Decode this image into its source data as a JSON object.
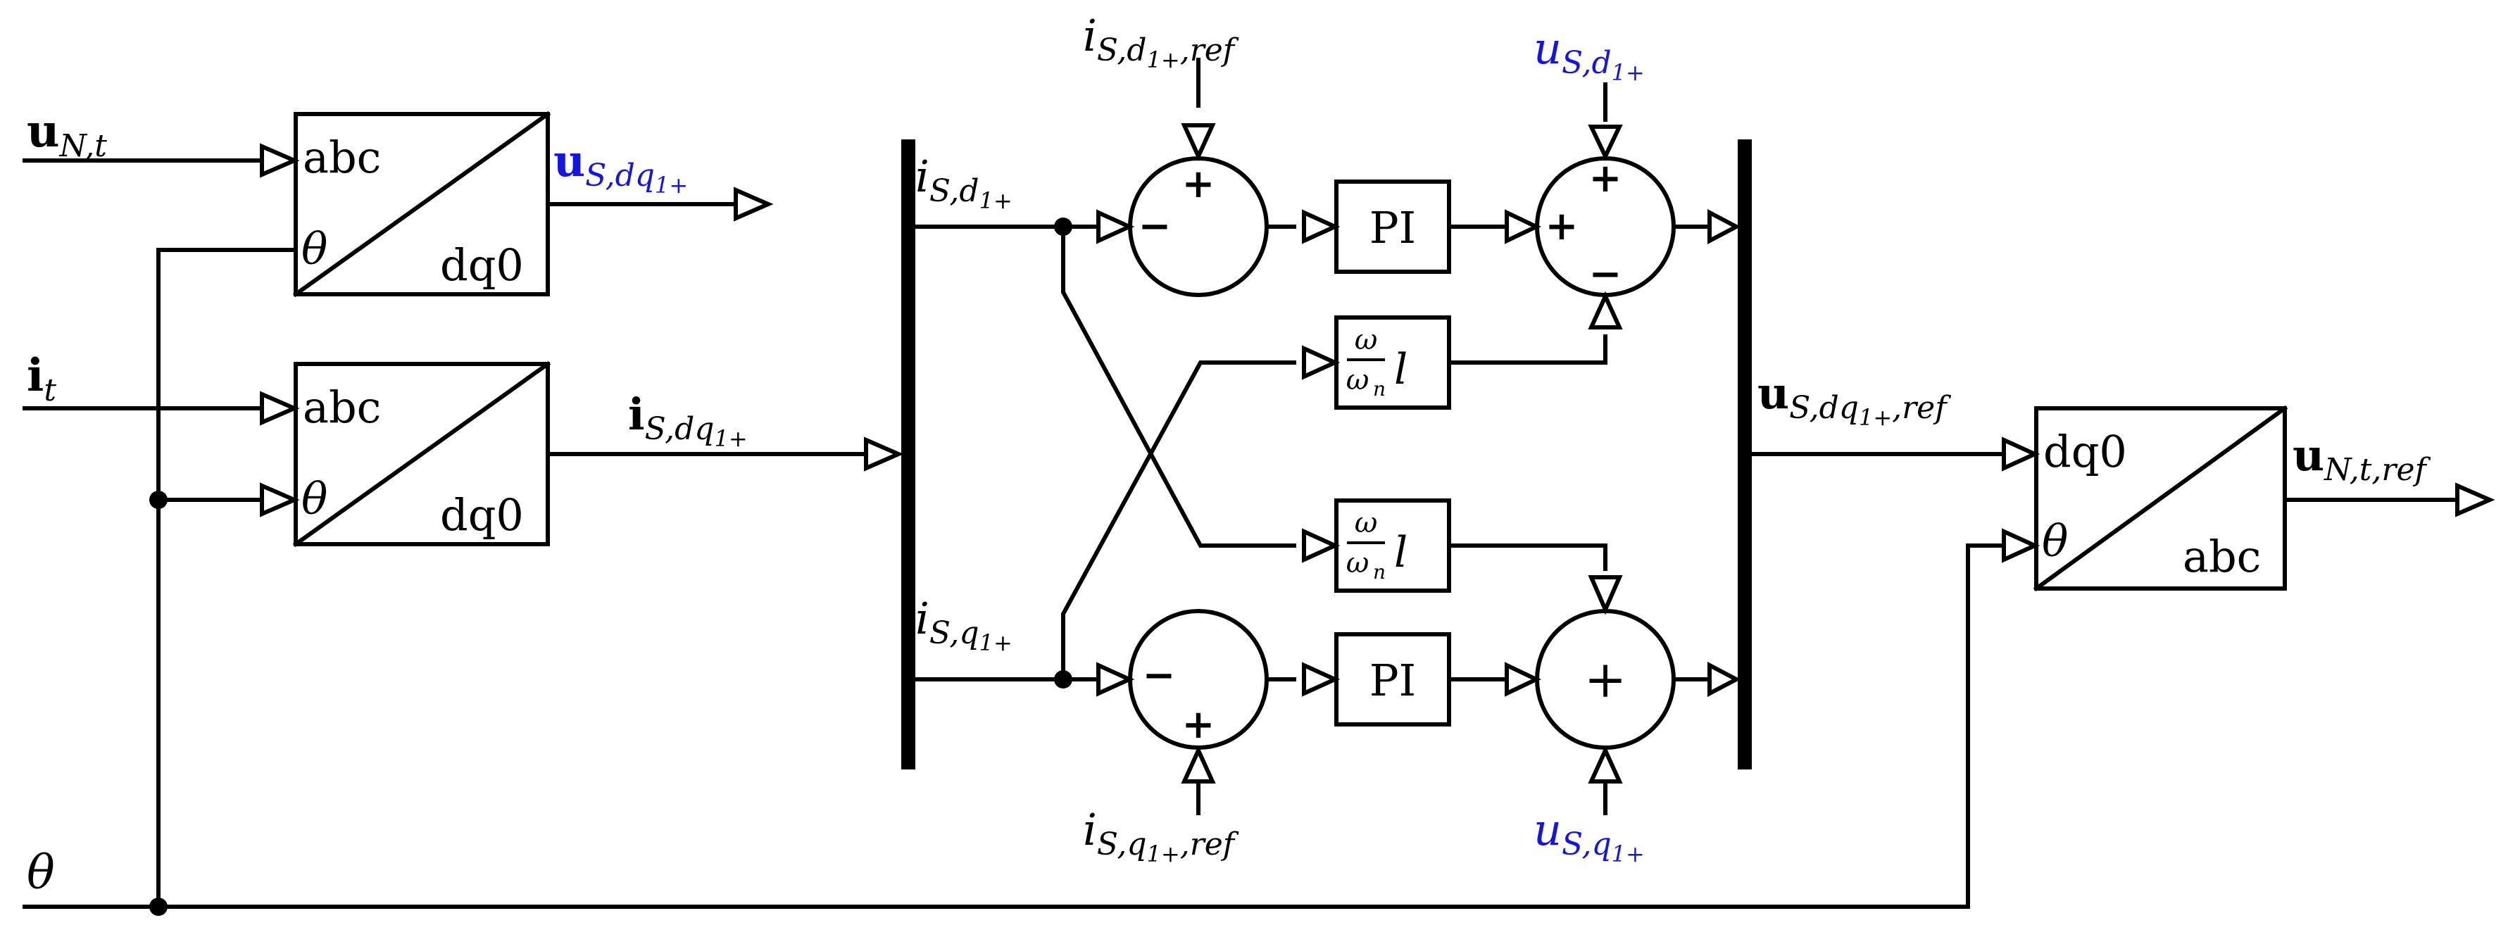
{
  "colors": {
    "line": "#000000",
    "accent_blue": "#1515e0",
    "background": "#ffffff"
  },
  "signals": {
    "u_nt": {
      "main": "u",
      "sub": "N,t"
    },
    "i_t": {
      "main": "i",
      "sub": "t"
    },
    "theta": {
      "main": "θ"
    },
    "u_sdq": {
      "main": "u",
      "sub": "S,dq",
      "sub2": "1+"
    },
    "i_sdq": {
      "main": "i",
      "sub": "S,dq",
      "sub2": "1+"
    },
    "i_sd": {
      "main": "i",
      "sub": "S,d",
      "sub2": "1+"
    },
    "i_sq": {
      "main": "i",
      "sub": "S,q",
      "sub2": "1+"
    },
    "i_sd_ref": {
      "main": "i",
      "sub": "S,d",
      "sub2": "1+",
      "sub3": ",ref"
    },
    "i_sq_ref": {
      "main": "i",
      "sub": "S,q",
      "sub2": "1+",
      "sub3": ",ref"
    },
    "u_sd": {
      "main": "u",
      "sub": "S,d",
      "sub2": "1+"
    },
    "u_sq": {
      "main": "u",
      "sub": "S,q",
      "sub2": "1+"
    },
    "u_sdq_ref": {
      "main": "u",
      "sub": "S,dq",
      "sub2": "1+",
      "sub3": ",ref"
    },
    "u_nt_ref": {
      "main": "u",
      "sub": "N,t,ref"
    }
  },
  "blocks": {
    "transform1": {
      "in_top": "abc",
      "in_angle": "θ",
      "out": "dq0"
    },
    "transform2": {
      "in_top": "abc",
      "in_angle": "θ",
      "out": "dq0"
    },
    "transform3": {
      "in_top": "dq0",
      "in_angle": "θ",
      "out": "abc"
    },
    "pi_d": {
      "label": "PI"
    },
    "pi_q": {
      "label": "PI"
    },
    "gain_upper": {
      "num": "ω",
      "den": "ω",
      "den_sub": "n",
      "factor": "l"
    },
    "gain_lower": {
      "num": "ω",
      "den": "ω",
      "den_sub": "n",
      "factor": "l"
    }
  },
  "sums": {
    "sum_d_error": {
      "top": "+",
      "left": "−"
    },
    "sum_q_error": {
      "bottom": "+",
      "left": "−"
    },
    "sum_d_out": {
      "top": "+",
      "left": "+",
      "bottom": "−"
    },
    "sum_q_out": {
      "center": "+"
    }
  }
}
